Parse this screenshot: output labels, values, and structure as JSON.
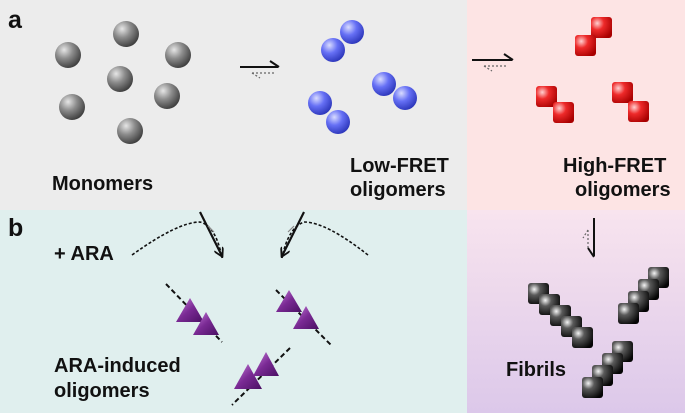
{
  "panels": {
    "a": {
      "letter": "a"
    },
    "b": {
      "letter": "b"
    }
  },
  "labels": {
    "monomers": "Monomers",
    "low_fret": [
      "Low-FRET",
      "oligomers"
    ],
    "high_fret": [
      "High-FRET",
      "oligomers"
    ],
    "ara": "+ ARA",
    "ara_induced": [
      "ARA-induced",
      "oligomers"
    ],
    "fibrils": "Fibrils"
  },
  "colors": {
    "panel_a_bg": "#ececec",
    "panel_b_bg": "#e0efee",
    "high_fret_bg": "#fde4e4",
    "fibril_bg_bottom": "#ddc9ea",
    "monomer": "#777777",
    "low_fret": "#5b66f0",
    "high_fret": "#e61b1b",
    "ara_oligomer": "#7a2a94",
    "fibril": "#1a1a1a"
  },
  "icons": {
    "monomer": "grey-sphere-icon",
    "low_fret": "blue-sphere-pair-icon",
    "high_fret": "red-square-pair-icon",
    "ara": "purple-triangle-pair-icon",
    "fibril": "black-square-stack-icon",
    "equilibrium": "equilibrium-arrow-icon"
  }
}
